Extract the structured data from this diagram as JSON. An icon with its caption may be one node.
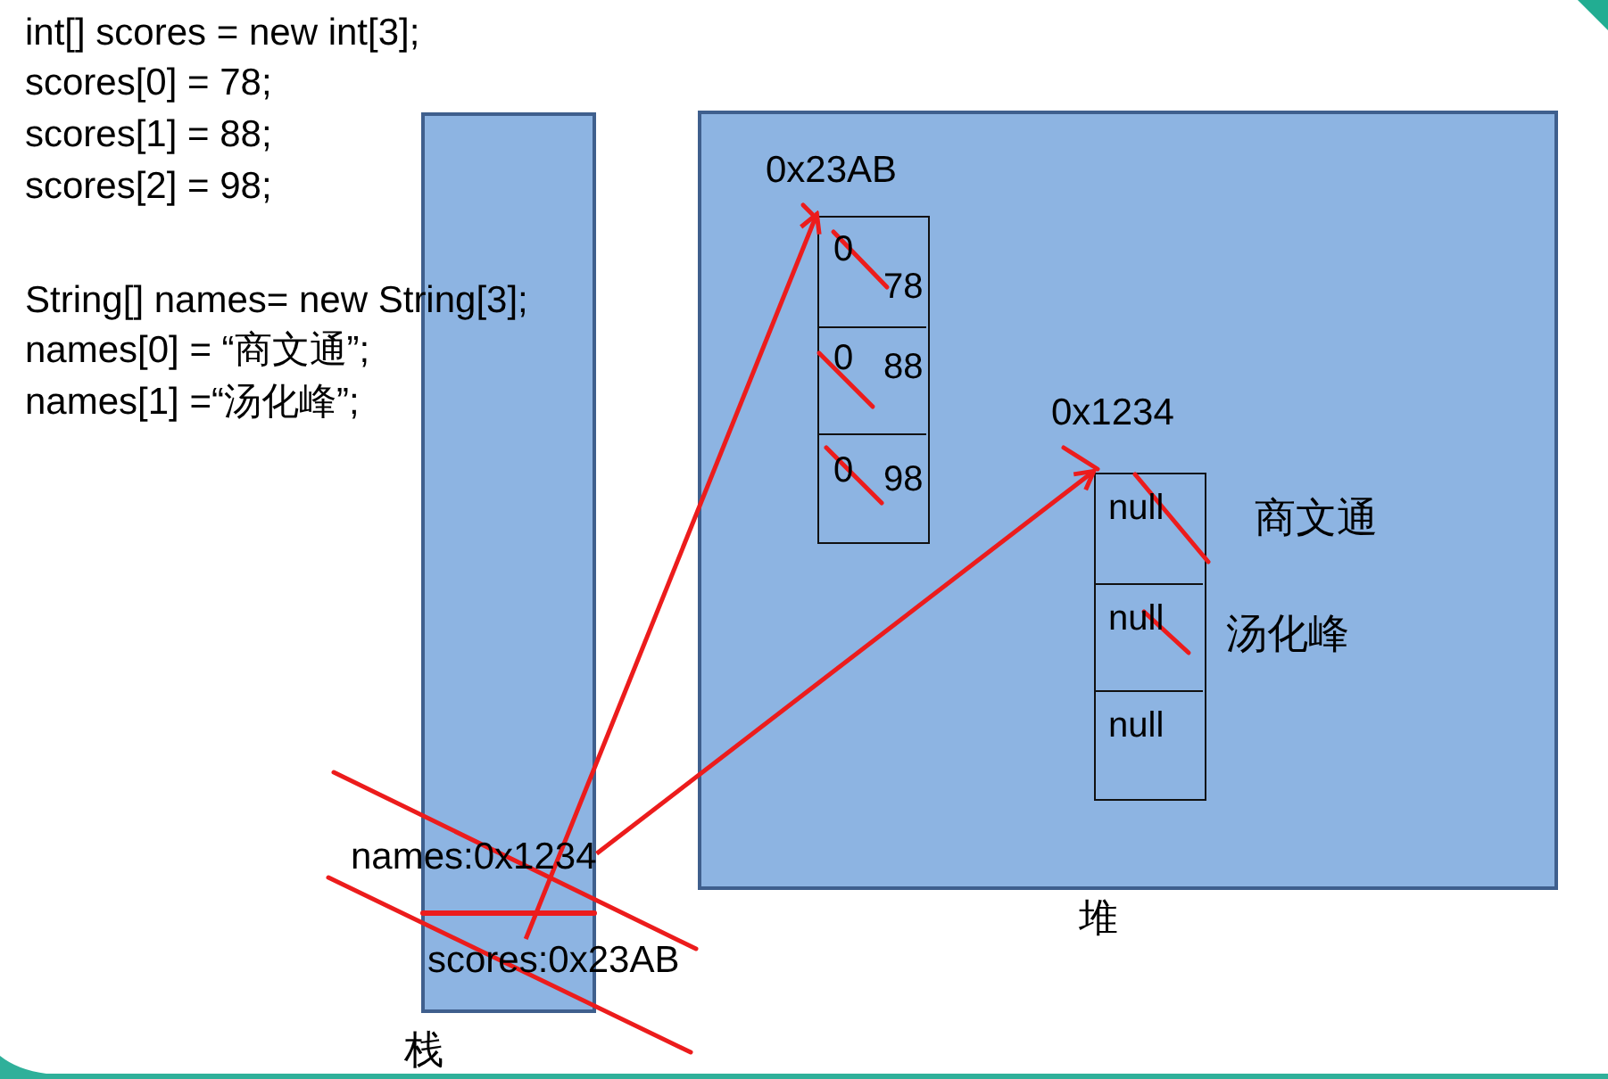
{
  "diagram": {
    "nodes": [
      {
        "text": [
          "栈"
        ]
      },
      {
        "text": [
          "names:0x1234"
        ],
        "in": 0
      },
      {
        "text": [
          "scores:0x23AB"
        ],
        "in": 0
      },
      {
        "text": [
          "堆"
        ]
      },
      {
        "text": [
          "0x23AB"
        ],
        "in": 3
      },
      {
        "text": [
          "0",
          "78"
        ],
        "in": 4
      },
      {
        "text": [
          "0",
          "88"
        ],
        "in": 4
      },
      {
        "text": [
          "0",
          "98"
        ],
        "in": 4
      },
      {
        "text": [
          "0x1234"
        ],
        "in": 3
      },
      {
        "text": [
          "null"
        ],
        "in": 8,
        "beside": [
          "商文通"
        ]
      },
      {
        "text": [
          "null"
        ],
        "in": 8,
        "beside": [
          "汤化峰"
        ]
      },
      {
        "text": [
          "null"
        ],
        "in": 8
      }
    ],
    "edges": [
      {
        "from": 2,
        "to": 4,
        "arrow": "to"
      },
      {
        "from": 1,
        "to": 8,
        "arrow": "to"
      }
    ],
    "labels": [
      "int[] scores = new int[3];",
      "scores[0] = 78;",
      "scores[1] = 88;",
      "scores[2] = 98;",
      "String[] names= new String[3];",
      "names[0] = “商文通”;",
      "names[1] =“汤化峰”;"
    ]
  }
}
